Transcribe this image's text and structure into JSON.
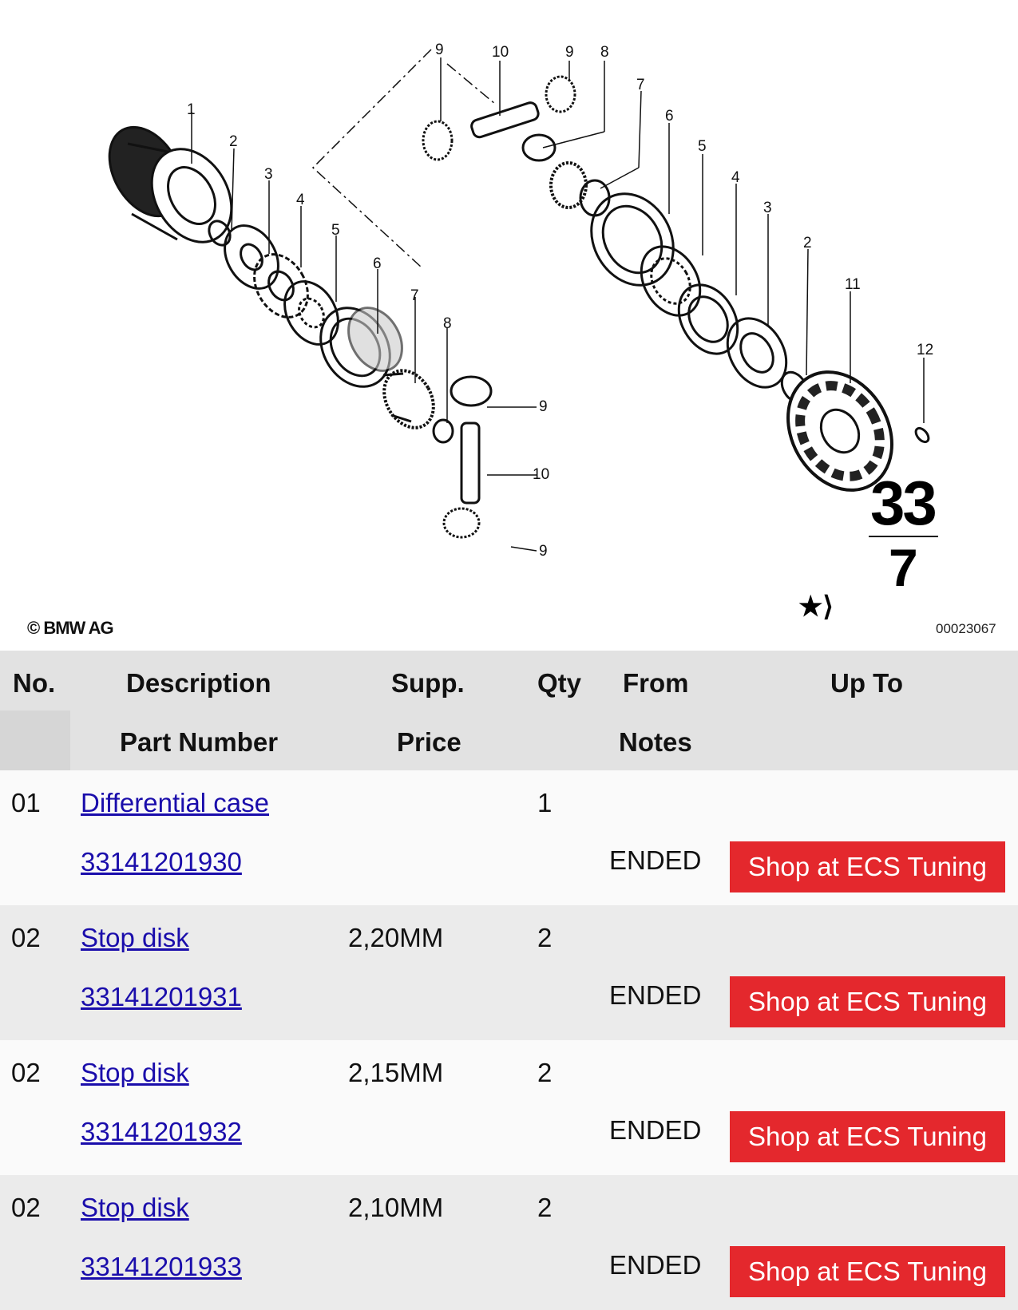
{
  "diagram": {
    "copyright": "© BMW AG",
    "diagram_id": "00023067",
    "group_top": "33",
    "group_bottom": "7",
    "symbol": "★⟩",
    "callouts": [
      "1",
      "2",
      "3",
      "4",
      "5",
      "6",
      "7",
      "8",
      "9",
      "10",
      "11",
      "12"
    ]
  },
  "table": {
    "headers": {
      "no": "No.",
      "description": "Description",
      "supp": "Supp.",
      "qty": "Qty",
      "from": "From",
      "up_to": "Up To",
      "part_number": "Part Number",
      "price": "Price",
      "notes": "Notes"
    },
    "rows": [
      {
        "no": "01",
        "description": "Differential case",
        "supp": "",
        "qty": "1",
        "part_number": "33141201930",
        "notes": "ENDED",
        "button": "Shop at ECS Tuning"
      },
      {
        "no": "02",
        "description": "Stop disk",
        "supp": "2,20MM",
        "qty": "2",
        "part_number": "33141201931",
        "notes": "ENDED",
        "button": "Shop at ECS Tuning"
      },
      {
        "no": "02",
        "description": "Stop disk",
        "supp": "2,15MM",
        "qty": "2",
        "part_number": "33141201932",
        "notes": "ENDED",
        "button": "Shop at ECS Tuning"
      },
      {
        "no": "02",
        "description": "Stop disk",
        "supp": "2,10MM",
        "qty": "2",
        "part_number": "33141201933",
        "notes": "ENDED",
        "button": "Shop at ECS Tuning"
      }
    ]
  }
}
